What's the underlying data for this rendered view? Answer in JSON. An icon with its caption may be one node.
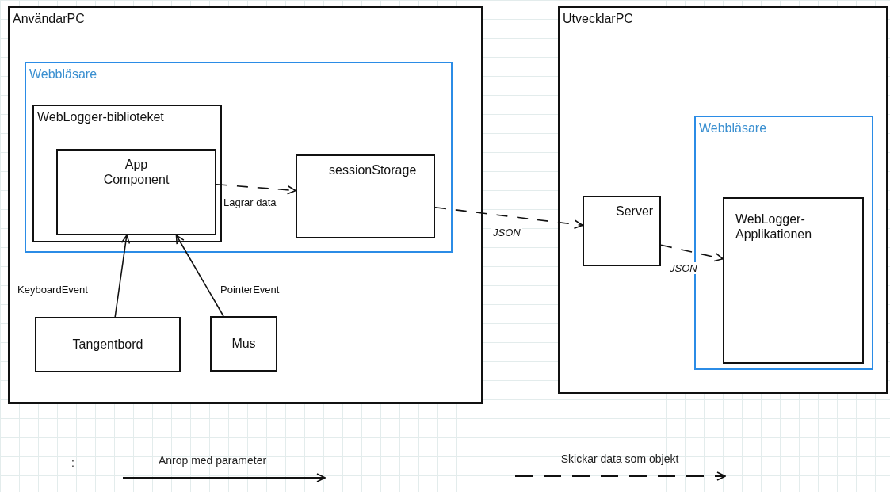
{
  "diagram": {
    "nodes": [
      {
        "text": [
          "AnvändarPC"
        ]
      },
      {
        "text": [
          "Webbläsare"
        ],
        "in": 0
      },
      {
        "text": [
          "WebLogger-biblioteket"
        ],
        "in": 1
      },
      {
        "text": [
          "App Component"
        ],
        "in": 2
      },
      {
        "text": [
          "sessionStorage"
        ],
        "in": 1
      },
      {
        "text": [
          "Tangentbord"
        ],
        "in": 0
      },
      {
        "text": [
          "Mus"
        ],
        "in": 0
      },
      {
        "text": [
          "UtvecklarPC"
        ]
      },
      {
        "text": [
          "Server"
        ],
        "in": 7
      },
      {
        "text": [
          "Webbläsare"
        ],
        "in": 7
      },
      {
        "text": [
          "WebLogger-Applikationen"
        ],
        "in": 9
      }
    ],
    "edges": [
      {
        "from": 3,
        "to": 4,
        "arrow": "to",
        "label": "Lagrar data",
        "style": "dashed"
      },
      {
        "from": 5,
        "to": 3,
        "arrow": "to",
        "label": "KeyboardEvent"
      },
      {
        "from": 6,
        "to": 3,
        "arrow": "to",
        "label": "PointerEvent"
      },
      {
        "from": 4,
        "to": 8,
        "arrow": "to",
        "label": "JSON",
        "style": "dashed"
      },
      {
        "from": 8,
        "to": 10,
        "arrow": "to",
        "label": "JSON",
        "style": "dashed"
      }
    ],
    "labels": [
      ":"
    ],
    "legend": [
      {
        "text": "Anrop med parameter"
      },
      {
        "text": "Skickar data som objekt"
      }
    ]
  }
}
